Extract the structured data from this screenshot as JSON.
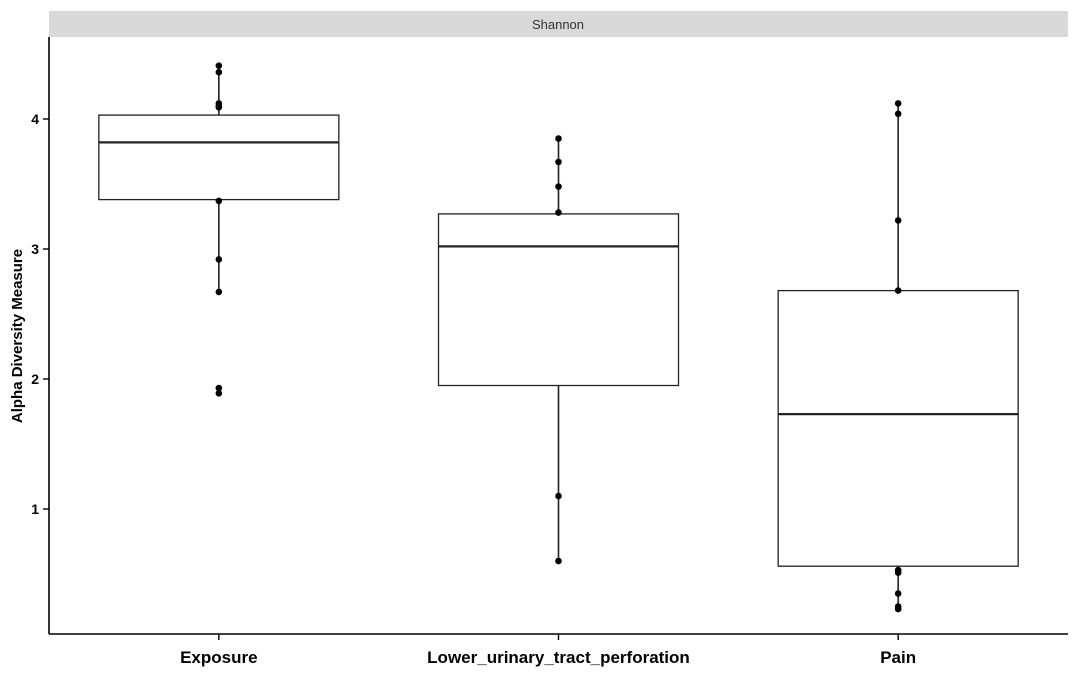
{
  "chart_data": {
    "type": "boxplot",
    "facet_title": "Shannon",
    "title": "",
    "xlabel": "",
    "ylabel": "Alpha Diversity Measure",
    "ylim": [
      0.05,
      4.6
    ],
    "yticks": [
      1,
      2,
      3,
      4
    ],
    "grid": false,
    "legend": "none",
    "categories": [
      "Exposure",
      "Lower_urinary_tract_perforation",
      "Pain"
    ],
    "boxes": [
      {
        "category": "Exposure",
        "lower_whisker": 2.67,
        "q1": 3.38,
        "median": 3.82,
        "q3": 4.03,
        "upper_whisker": 4.41
      },
      {
        "category": "Lower_urinary_tract_perforation",
        "lower_whisker": 0.6,
        "q1": 1.95,
        "median": 3.02,
        "q3": 3.27,
        "upper_whisker": 3.85
      },
      {
        "category": "Pain",
        "lower_whisker": 0.23,
        "q1": 0.56,
        "median": 1.73,
        "q3": 2.68,
        "upper_whisker": 4.12
      }
    ],
    "points": [
      {
        "category": "Exposure",
        "values": [
          4.41,
          4.36,
          4.12,
          4.1,
          4.09,
          3.37,
          2.92,
          2.67,
          1.93,
          1.89
        ]
      },
      {
        "category": "Lower_urinary_tract_perforation",
        "values": [
          3.85,
          3.67,
          3.48,
          3.28,
          1.1,
          0.6
        ]
      },
      {
        "category": "Pain",
        "values": [
          4.12,
          4.04,
          3.22,
          2.68,
          0.53,
          0.51,
          0.35,
          0.25,
          0.23
        ]
      }
    ]
  }
}
